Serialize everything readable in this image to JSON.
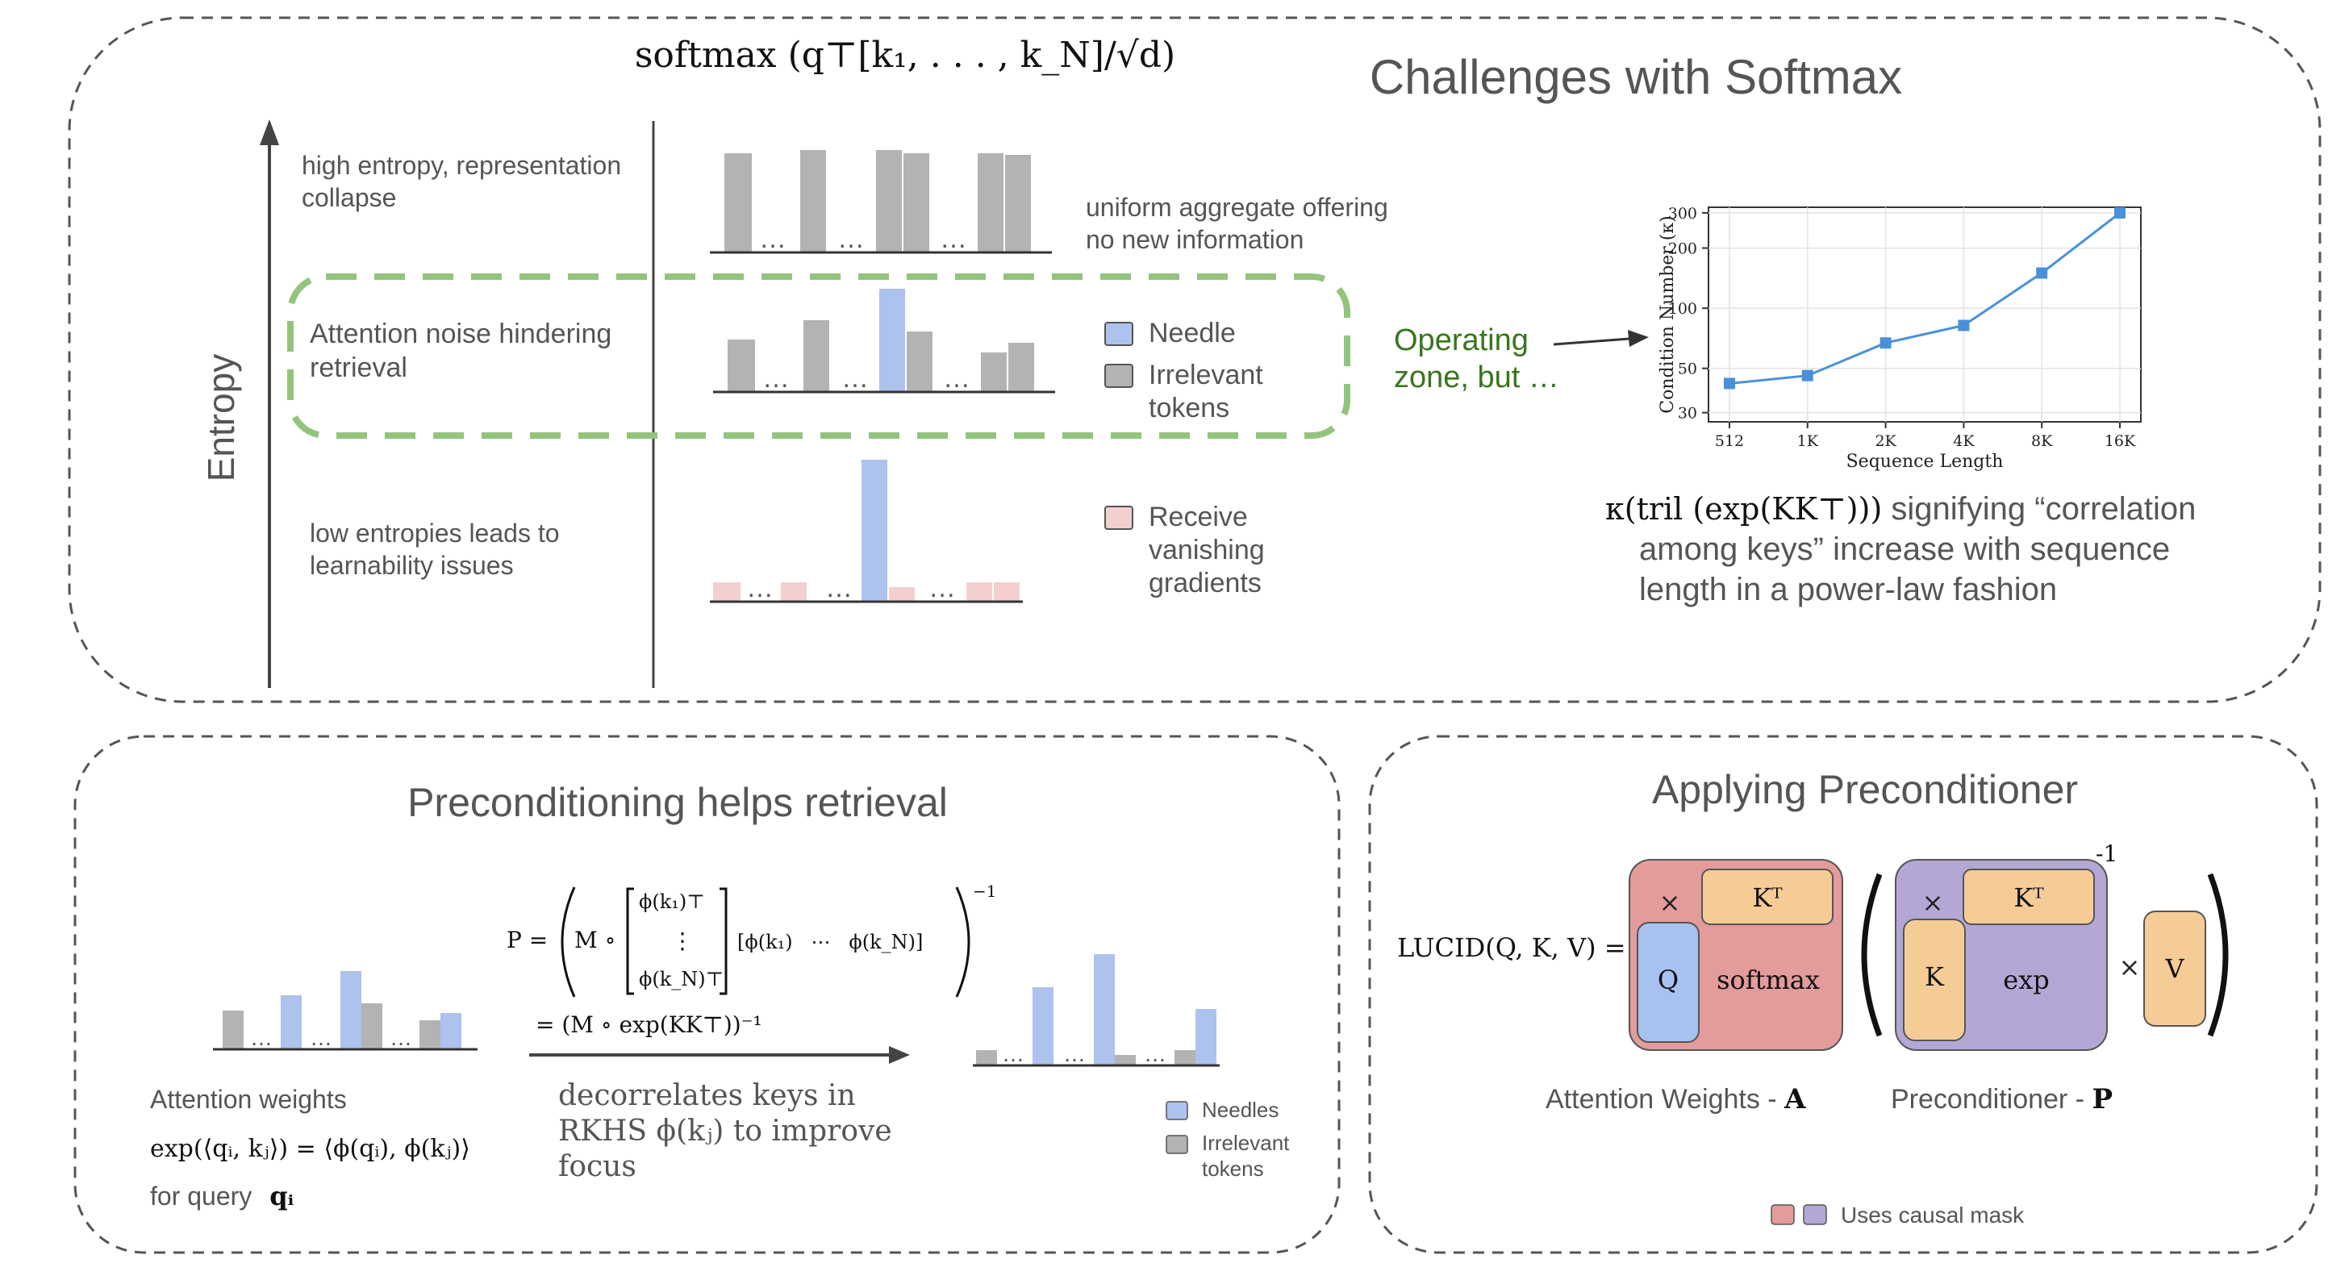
{
  "colors": {
    "gray_bar": "#b3b3b3",
    "needle_bar": "#adc2ec",
    "pink_bar": "#f4cfcf",
    "green_zone": "#93c47d",
    "green_text": "#38761d",
    "line_blue": "#4a90d9",
    "red_box": "#e39b9b",
    "purple_box": "#b4a7d6",
    "tan_box": "#f6cc96",
    "blue_box": "#a8c2f0"
  },
  "top": {
    "formula_title": "softmax (q⊤[k₁, . . . , k_N]/√d)",
    "section_title": "Challenges with Softmax",
    "entropy_axis_label": "Entropy",
    "row1_label_lines": [
      "high entropy, representation",
      "collapse"
    ],
    "row1_note_lines": [
      "uniform aggregate offering",
      "no new information"
    ],
    "row2_label_lines": [
      "Attention noise hindering",
      "retrieval"
    ],
    "legend_needle": "Needle",
    "legend_irrelevant_lines": [
      "Irrelevant",
      "tokens"
    ],
    "row3_label_lines": [
      "low entropies leads to",
      "learnability issues"
    ],
    "legend_vanishing_lines": [
      "Receive",
      "vanishing",
      "gradients"
    ],
    "operating_zone_lines": [
      "Operating",
      "zone, but …"
    ],
    "ellipsis": "…",
    "kappa_formula": "κ(tril (exp(KK⊤)))",
    "kappa_text_lines": [
      " signifying “correlation",
      "among keys” increase with sequence",
      "length in a power-law fashion"
    ]
  },
  "chart_data": {
    "type": "line",
    "x": [
      "512",
      "1K",
      "2K",
      "4K",
      "8K",
      "16K"
    ],
    "values": [
      42,
      46,
      67,
      82,
      150,
      300
    ],
    "xlabel": "Sequence Length",
    "ylabel": "Condition Number (κ)",
    "yticks": [
      30,
      50,
      100,
      200,
      300
    ],
    "ylim": [
      27,
      320
    ],
    "yscale": "log",
    "marker": "square",
    "color": "#4a90d9"
  },
  "bottom_left": {
    "title": "Preconditioning helps retrieval",
    "attention_weights_label": "Attention weights",
    "exp_formula": "exp(⟨qᵢ, kⱼ⟩) = ⟨ϕ(qᵢ), ϕ(kⱼ)⟩",
    "for_query": "for query",
    "q_i": "qᵢ",
    "P_eq": "P =",
    "M_circ": "M ∘",
    "col_top": "ϕ(k₁)⊤",
    "col_mid": "⋮",
    "col_bot": "ϕ(k_N)⊤",
    "row_vec": "[ϕ(k₁)   ⋯   ϕ(k_N)]",
    "inv_sup": "−1",
    "equals_line": "= (M ∘ exp(KK⊤))⁻¹",
    "desc_lines": [
      "decorrelates keys in",
      "RKHS  ϕ(kⱼ) to improve",
      "focus"
    ],
    "legend_needles": "Needles",
    "legend_irrelevant_lines": [
      "Irrelevant",
      "tokens"
    ],
    "ellipsis": "…"
  },
  "bottom_right": {
    "title": "Applying Preconditioner",
    "lucid_label": "LUCID(Q, K, V) =",
    "times": "×",
    "kT": "Kᵀ",
    "q": "Q",
    "softmax": "softmax",
    "k": "K",
    "exp": "exp",
    "v": "V",
    "inv_sup": "-1",
    "attention_caption": "Attention Weights - ",
    "attention_caption_bold": "A",
    "precond_caption": "Preconditioner - ",
    "precond_caption_bold": "P",
    "causal_mask": "Uses causal mask"
  }
}
